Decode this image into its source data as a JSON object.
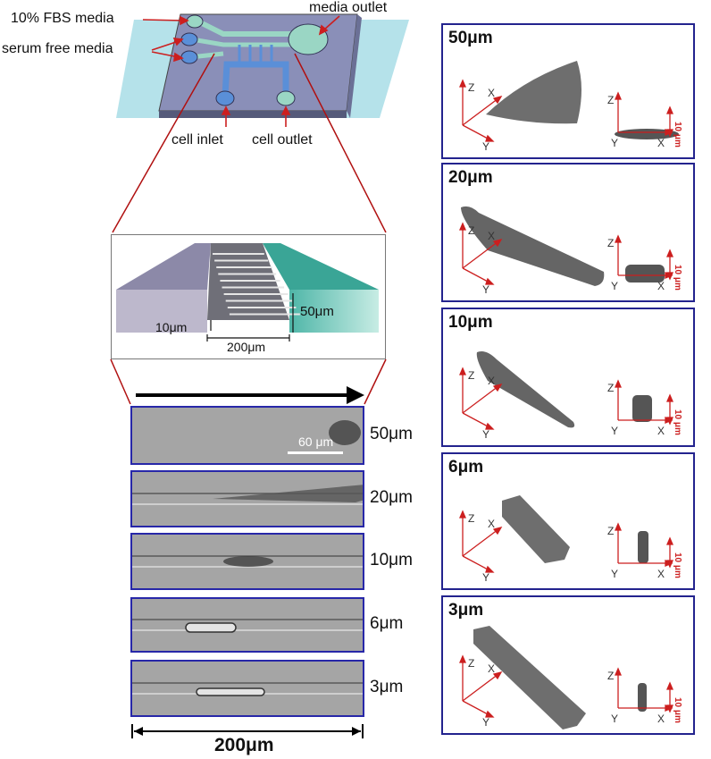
{
  "device": {
    "labels": {
      "fbs": "10% FBS media",
      "serum_free": "serum free media",
      "media_outlet": "media outlet",
      "cell_inlet": "cell inlet",
      "cell_outlet": "cell outlet"
    }
  },
  "cross_section": {
    "height_label": "50μm",
    "step_label": "10μm",
    "width_label": "200μm"
  },
  "micrographs": {
    "scale_bar_label": "60 μm",
    "strips": [
      {
        "label": "50μm"
      },
      {
        "label": "20μm"
      },
      {
        "label": "10μm"
      },
      {
        "label": "6μm"
      },
      {
        "label": "3μm"
      }
    ],
    "span_label": "200μm"
  },
  "reconstructions": {
    "axis_x": "X",
    "axis_y": "Y",
    "axis_z": "Z",
    "height_bar_label": "10 μm",
    "panels": [
      {
        "title": "50μm"
      },
      {
        "title": "20μm"
      },
      {
        "title": "10μm"
      },
      {
        "title": "6μm"
      },
      {
        "title": "3μm"
      }
    ]
  },
  "colors": {
    "panel_border": "#23238e",
    "axis_red": "#cc1f1f",
    "device_base": "#8a8fb8",
    "glass": "#a8dde6",
    "channel_blue": "#5a8fd8",
    "media_green": "#9ad6c4"
  }
}
